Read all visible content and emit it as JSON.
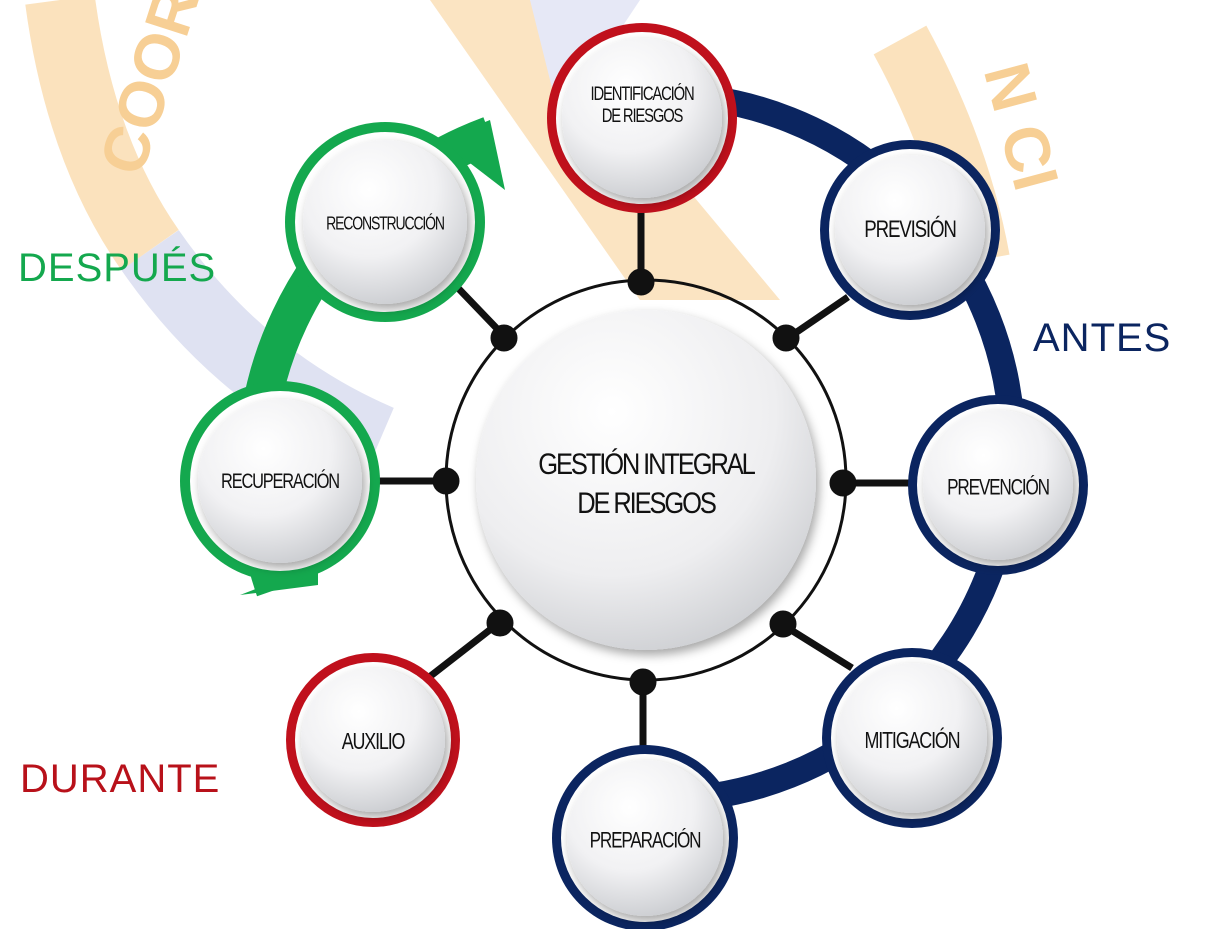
{
  "diagram": {
    "center": {
      "line1": "GESTIÓN INTEGRAL",
      "line2": "DE RIESGOS"
    },
    "phases": {
      "antes": {
        "label": "ANTES",
        "color": "#0b2560"
      },
      "durante": {
        "label": "DURANTE",
        "color": "#b8111a"
      },
      "despues": {
        "label": "DESPUÉS",
        "color": "#14a84e"
      }
    },
    "nodes": [
      {
        "id": "identificacion",
        "line1": "IDENTIFICACIÓN",
        "line2": "DE RIESGOS",
        "phase": "durante",
        "ring_color": "#c0101c"
      },
      {
        "id": "prevision",
        "line1": "PREVISIÓN",
        "phase": "antes",
        "ring_color": "#0b2560"
      },
      {
        "id": "prevencion",
        "line1": "PREVENCIÓN",
        "phase": "antes",
        "ring_color": "#0b2560"
      },
      {
        "id": "mitigacion",
        "line1": "MITIGACIÓN",
        "phase": "antes",
        "ring_color": "#0b2560"
      },
      {
        "id": "preparacion",
        "line1": "PREPARACIÓN",
        "phase": "antes",
        "ring_color": "#0b2560"
      },
      {
        "id": "auxilio",
        "line1": "AUXILIO",
        "phase": "durante",
        "ring_color": "#c0101c"
      },
      {
        "id": "recuperacion",
        "line1": "RECUPERACIÓN",
        "phase": "despues",
        "ring_color": "#14a84e"
      },
      {
        "id": "reconstruccion",
        "line1": "RECONSTRUCCIÓN",
        "phase": "despues",
        "ring_color": "#14a84e"
      }
    ],
    "watermark": {
      "color": "#f4c98a",
      "accent_color": "#c7cbe6"
    }
  }
}
